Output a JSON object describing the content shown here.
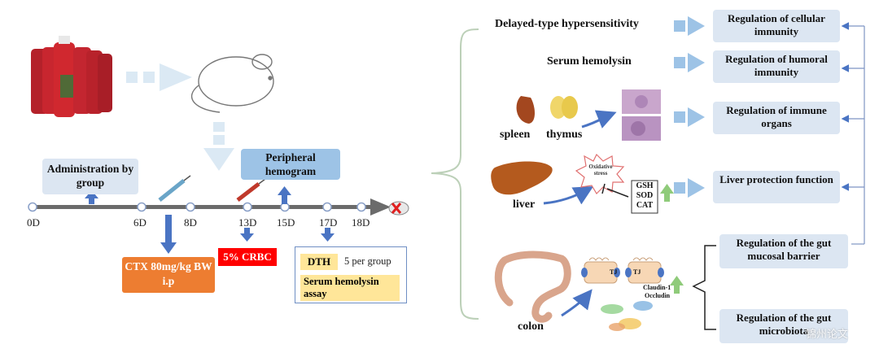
{
  "left": {
    "admin_box": "Administration by group",
    "hemogram_box": "Peripheral hemogram",
    "timeline_ticks": [
      "0D",
      "6D",
      "8D",
      "13D",
      "15D",
      "17D",
      "18D"
    ],
    "ctx_box": "CTX 80mg/kg BW i.p",
    "crbc_box": "5% CRBC",
    "dth_label": "DTH",
    "per_group": "5 per group",
    "hemolysin_box": "Serum hemolysin assay"
  },
  "right": {
    "dth_title": "Delayed-type hypersensitivity",
    "serum_title": "Serum hemolysin",
    "spleen": "spleen",
    "thymus": "thymus",
    "liver": "liver",
    "oxidative": "Oxidative stress",
    "markers": [
      "GSH",
      "SOD",
      "CAT"
    ],
    "colon": "colon",
    "tj_a": "TJ",
    "tj_b": "TJ",
    "claudin": "Claudin-1",
    "occludin": "Occludin",
    "results": [
      "Regulation of cellular immunity",
      "Regulation of humoral immunity",
      "Regulation of immune organs",
      "Liver protection function",
      "Regulation of the gut mucosal barrier",
      "Regulation of the gut microbiota"
    ]
  },
  "watermark": "锦州论文",
  "colors": {
    "box_blue": "#dce6f2",
    "arrow_blue": "#4a74c3",
    "light_arrow": "#9dc3e6",
    "ctx_orange": "#ed7d31",
    "crbc_red": "#ff0000",
    "dth_yellow": "#ffe699",
    "liver_brown": "#b45a1e"
  }
}
